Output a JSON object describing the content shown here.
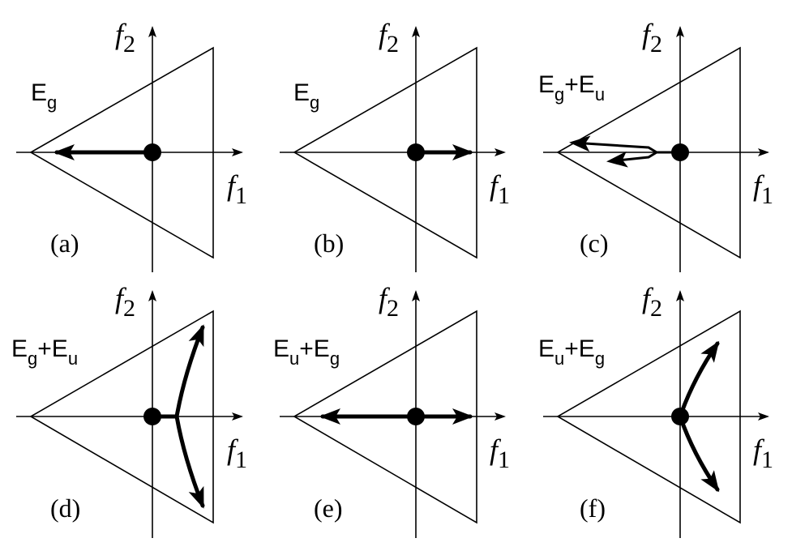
{
  "axes": {
    "x": "f",
    "x_sub": "1",
    "y": "f",
    "y_sub": "2"
  },
  "panels": [
    {
      "id": "a",
      "tag": "(a)",
      "mode": {
        "p1": "E",
        "s1": "g",
        "plus": "",
        "p2": "",
        "s2": ""
      }
    },
    {
      "id": "b",
      "tag": "(b)",
      "mode": {
        "p1": "E",
        "s1": "g",
        "plus": "",
        "p2": "",
        "s2": ""
      }
    },
    {
      "id": "c",
      "tag": "(c)",
      "mode": {
        "p1": "E",
        "s1": "g",
        "plus": "+",
        "p2": "E",
        "s2": "u"
      }
    },
    {
      "id": "d",
      "tag": "(d)",
      "mode": {
        "p1": "E",
        "s1": "g",
        "plus": "+",
        "p2": "E",
        "s2": "u"
      }
    },
    {
      "id": "e",
      "tag": "(e)",
      "mode": {
        "p1": "E",
        "s1": "u",
        "plus": "+",
        "p2": "E",
        "s2": "g"
      }
    },
    {
      "id": "f",
      "tag": "(f)",
      "mode": {
        "p1": "E",
        "s1": "u",
        "plus": "+",
        "p2": "E",
        "s2": "g"
      }
    }
  ]
}
